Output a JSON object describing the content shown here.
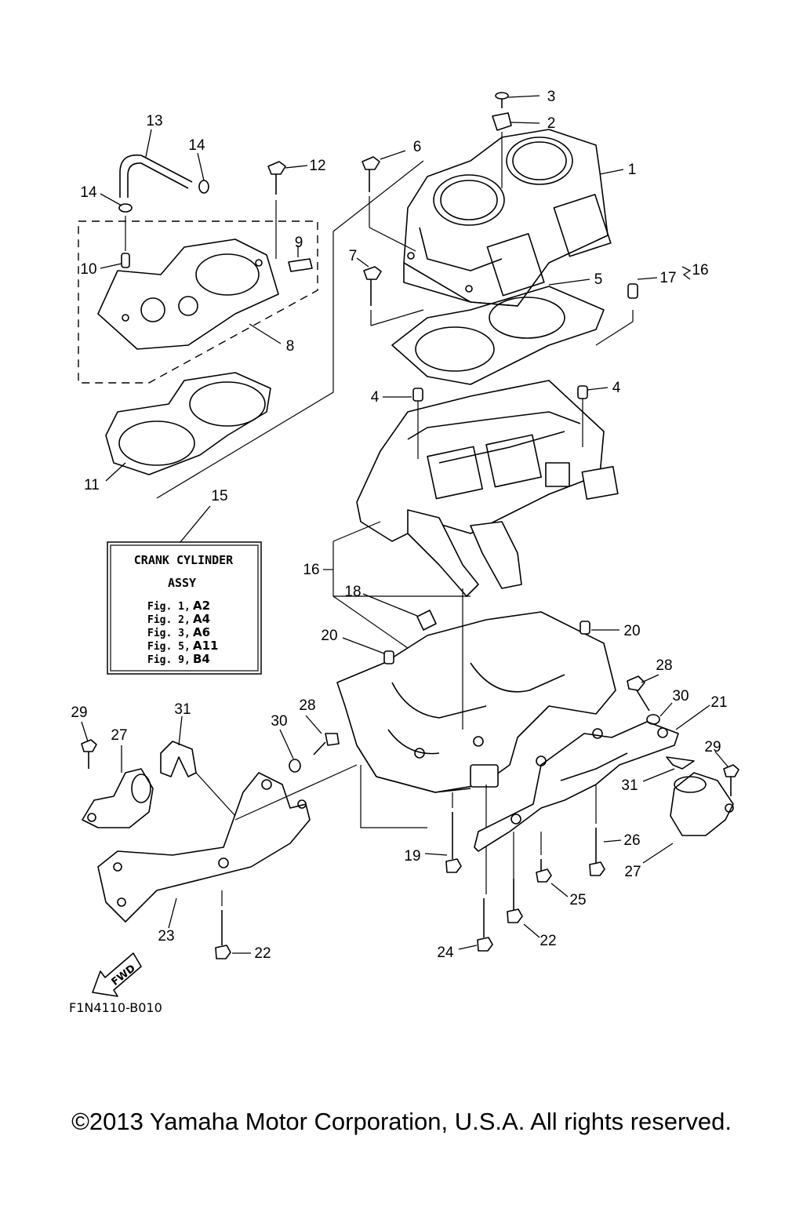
{
  "callouts": [
    {
      "id": "c1",
      "label": "1"
    },
    {
      "id": "c2",
      "label": "2"
    },
    {
      "id": "c3",
      "label": "3"
    },
    {
      "id": "c4a",
      "label": "4"
    },
    {
      "id": "c4b",
      "label": "4"
    },
    {
      "id": "c5",
      "label": "5"
    },
    {
      "id": "c6",
      "label": "6"
    },
    {
      "id": "c7",
      "label": "7"
    },
    {
      "id": "c8",
      "label": "8"
    },
    {
      "id": "c9",
      "label": "9"
    },
    {
      "id": "c10",
      "label": "10"
    },
    {
      "id": "c11",
      "label": "11"
    },
    {
      "id": "c12",
      "label": "12"
    },
    {
      "id": "c13",
      "label": "13"
    },
    {
      "id": "c14a",
      "label": "14"
    },
    {
      "id": "c14b",
      "label": "14"
    },
    {
      "id": "c15",
      "label": "15"
    },
    {
      "id": "c16a",
      "label": "16"
    },
    {
      "id": "c16b",
      "label": "16"
    },
    {
      "id": "c17",
      "label": "17"
    },
    {
      "id": "c18",
      "label": "18"
    },
    {
      "id": "c19",
      "label": "19"
    },
    {
      "id": "c20a",
      "label": "20"
    },
    {
      "id": "c20b",
      "label": "20"
    },
    {
      "id": "c21",
      "label": "21"
    },
    {
      "id": "c22a",
      "label": "22"
    },
    {
      "id": "c22b",
      "label": "22"
    },
    {
      "id": "c23",
      "label": "23"
    },
    {
      "id": "c24",
      "label": "24"
    },
    {
      "id": "c25",
      "label": "25"
    },
    {
      "id": "c26",
      "label": "26"
    },
    {
      "id": "c27a",
      "label": "27"
    },
    {
      "id": "c27b",
      "label": "27"
    },
    {
      "id": "c28a",
      "label": "28"
    },
    {
      "id": "c28b",
      "label": "28"
    },
    {
      "id": "c29a",
      "label": "29"
    },
    {
      "id": "c29b",
      "label": "29"
    },
    {
      "id": "c30a",
      "label": "30"
    },
    {
      "id": "c30b",
      "label": "30"
    },
    {
      "id": "c31a",
      "label": "31"
    },
    {
      "id": "c31b",
      "label": "31"
    }
  ],
  "assy_box": {
    "title_line1": "CRANK CYLINDER",
    "title_line2": "ASSY",
    "rows": [
      {
        "fig": "Fig. 1,",
        "ref": "A2"
      },
      {
        "fig": "Fig. 2,",
        "ref": "A4"
      },
      {
        "fig": "Fig. 3,",
        "ref": "A6"
      },
      {
        "fig": "Fig. 5,",
        "ref": "A11"
      },
      {
        "fig": "Fig. 9,",
        "ref": "B4"
      }
    ]
  },
  "fwd_arrow_text": "FWD",
  "diagram_code": "F1N4110-B010",
  "copyright": "©2013 Yamaha Motor Corporation, U.S.A. All rights reserved."
}
